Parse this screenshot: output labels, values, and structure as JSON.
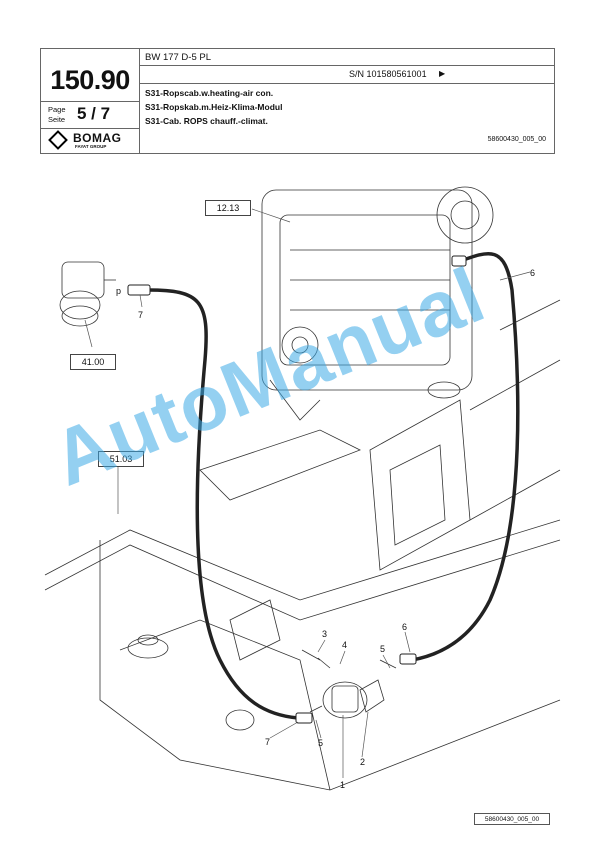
{
  "header": {
    "section_number": "150.90",
    "page_label_de": "Page",
    "page_label_fr": "Seite",
    "page_value": "5 / 7",
    "logo_name": "BOMAG",
    "logo_sub": "FAYAT GROUP",
    "model": "BW 177 D-5 PL",
    "serial": "S/N 101580561001",
    "serial_arrow": "▶",
    "title_en": "S31-Ropscab.w.heating-air con.",
    "title_de": "S31-Ropskab.m.Heiz-Klima-Modul",
    "title_fr": "S31-Cab. ROPS chauff.-climat.",
    "drawing_ref": "58600430_005_00"
  },
  "drawing": {
    "ref_boxes": [
      "12.13",
      "41.00",
      "51.03"
    ],
    "callouts": [
      "6",
      "p",
      "7",
      "3",
      "4",
      "6",
      "5",
      "7",
      "5",
      "1",
      "2"
    ],
    "watermark": "AutoManual"
  },
  "footer": {
    "drawing_ref": "58600430_005_00"
  }
}
